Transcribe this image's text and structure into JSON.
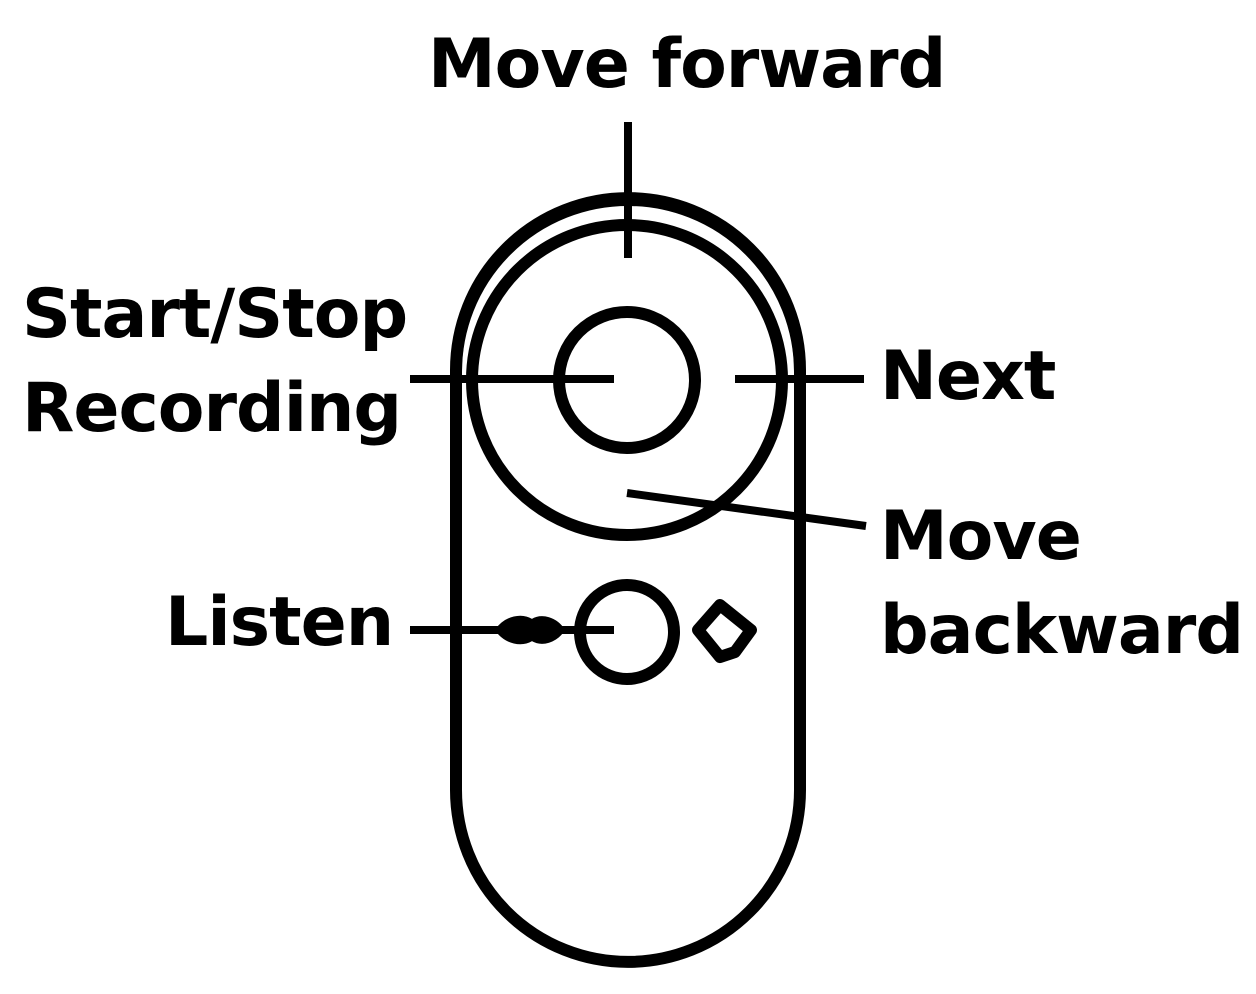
{
  "labels": {
    "move_forward": "Move forward",
    "start_stop_line1": "Start/Stop",
    "start_stop_line2": "Recording",
    "next": "Next",
    "move_backward_line1": "Move",
    "move_backward_line2": "backward",
    "listen": "Listen"
  },
  "colors": {
    "ink": "#000000",
    "background": "#ffffff"
  },
  "icons": {
    "remote": "remote-control-icon",
    "record_button": "record-button-icon",
    "listen_button": "listen-button-icon",
    "diamond": "diamond-indicator-icon",
    "lanyard": "lanyard-knot-icon"
  }
}
